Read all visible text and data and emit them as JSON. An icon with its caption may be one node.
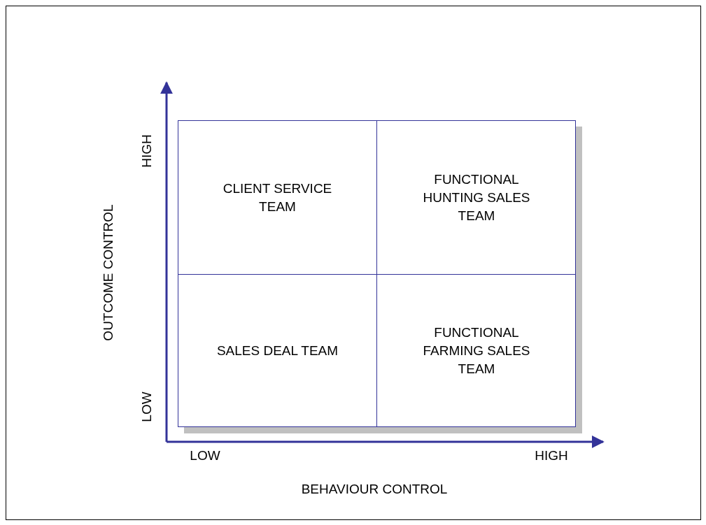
{
  "diagram": {
    "nodes": [
      {
        "text": [],
        "shape": "box"
      },
      {
        "text": [
          "CLIENT SERVICE TEAM"
        ],
        "in": 0
      },
      {
        "text": [
          "FUNCTIONAL HUNTING SALES TEAM"
        ],
        "in": 0
      },
      {
        "text": [
          "SALES DEAL TEAM"
        ],
        "in": 0
      },
      {
        "text": [
          "FUNCTIONAL FARMING SALES TEAM"
        ],
        "in": 0
      }
    ],
    "edges": [],
    "labels": [
      "HIGH",
      "OUTCOME CONTROL",
      "LOW",
      "LOW",
      "HIGH",
      "BEHAVIOUR CONTROL"
    ]
  }
}
